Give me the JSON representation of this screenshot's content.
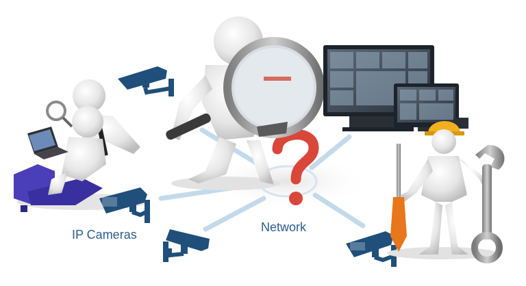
{
  "labels": {
    "ip_cameras": "IP Cameras",
    "network": "Network"
  },
  "icons": [
    "ip-camera-icon",
    "magnifier-figure",
    "monitors",
    "technician-figure",
    "laptop-users",
    "question-mark"
  ],
  "colors": {
    "camera": "#1f4f7a",
    "label": "#2b5c8c",
    "network_line": "#b7d3e6",
    "question_mark": "#d9463a",
    "figure": "#e8e8e8",
    "chair": "#4a3fb8",
    "helmet": "#f2b01e",
    "screwdriver_handle": "#e8761a"
  }
}
